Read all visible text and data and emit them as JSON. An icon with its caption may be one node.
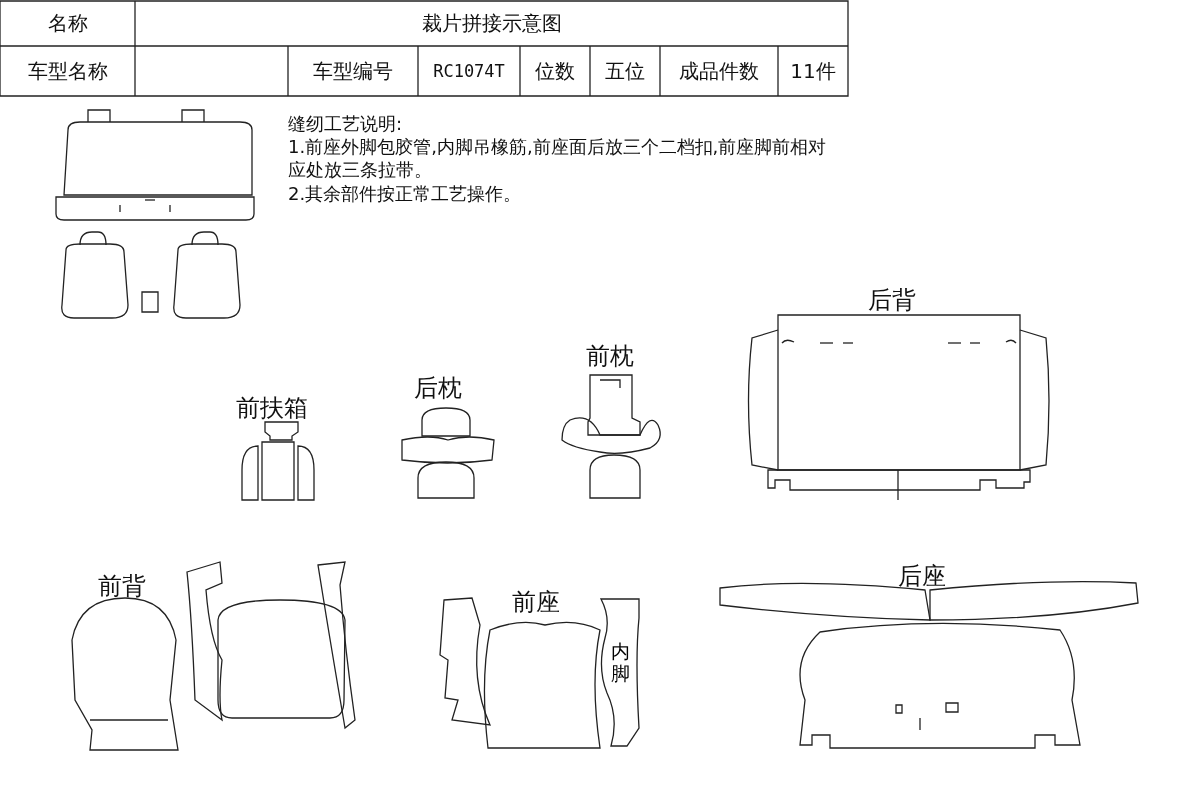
{
  "diagram": {
    "nodes": [
      {
        "text": [
          "内脚"
        ]
      }
    ],
    "edges": [],
    "labels": [
      "名称",
      "裁片拼接示意图",
      "车型名称",
      "车型编号",
      "RC1074T",
      "位数",
      "五位",
      "成品件数",
      "11件",
      "缝纫工艺说明:",
      "1.前座外脚包胶管,内脚吊橡筋,前座面后放三个二档扣,前座脚前相对应处放三条拉带。",
      "2.其余部件按正常工艺操作。",
      "后背",
      "前枕",
      "后枕",
      "前扶箱",
      "后座",
      "前背",
      "前座"
    ]
  }
}
